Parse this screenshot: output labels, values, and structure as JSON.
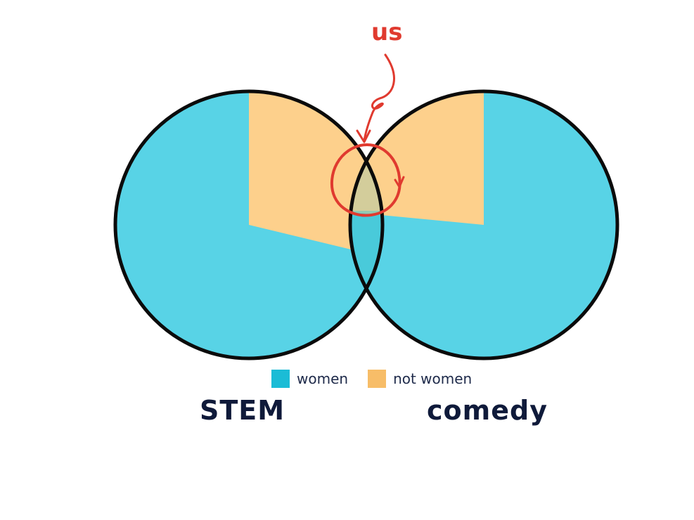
{
  "annotation": {
    "text": "us",
    "color": "#e03a2f"
  },
  "legend": [
    {
      "label": "women",
      "color": "#1bbcd6"
    },
    {
      "label": "not women",
      "color": "#f7bd68"
    }
  ],
  "sets": [
    {
      "label": "STEM"
    },
    {
      "label": "comedy"
    }
  ],
  "colors": {
    "women": "#58d3e6",
    "not_women": "#fdd08c",
    "overlap": "#3ec3cf",
    "outline": "#0b0b0b",
    "label": "#0f1a3a"
  }
}
